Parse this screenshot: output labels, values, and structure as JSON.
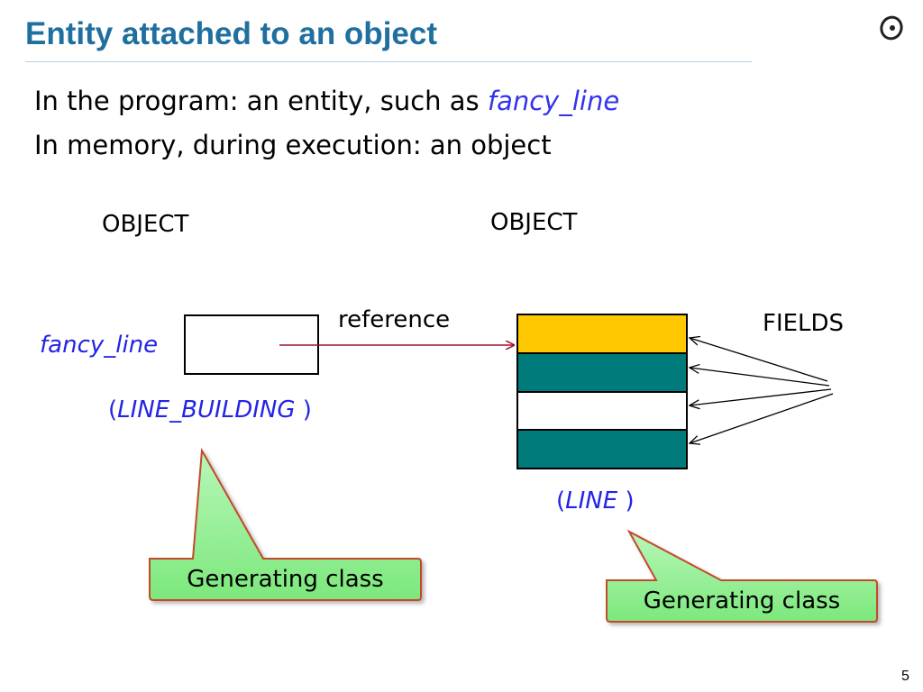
{
  "title": "Entity attached to an object",
  "bullets": [
    {
      "text": "In the program: an entity, such as ",
      "emphasis": "fancy_line"
    },
    {
      "text": "In memory, during execution: an object",
      "emphasis": ""
    }
  ],
  "diagram": {
    "left_object_label": "OBJECT",
    "right_object_label": "OBJECT",
    "entity_name": "fancy_line",
    "reference_label": "reference",
    "fields_label": "FIELDS",
    "left_class": {
      "open": "(",
      "name": "LINE_BUILDING",
      "close": " )"
    },
    "right_class": {
      "open": "(",
      "name": "LINE",
      "close": " )"
    },
    "field_colors": [
      "#ffc800",
      "#007b7b",
      "#ffffff",
      "#007b7b"
    ],
    "callouts": [
      {
        "label": "Generating class"
      },
      {
        "label": "Generating class"
      }
    ]
  },
  "page_number": "5",
  "colors": {
    "title": "#1f6f9f",
    "emphasis": "#2424e6",
    "reference_arrow": "#a0102a",
    "callout_fill": "#8ef08e",
    "callout_border": "#c44a2a"
  }
}
